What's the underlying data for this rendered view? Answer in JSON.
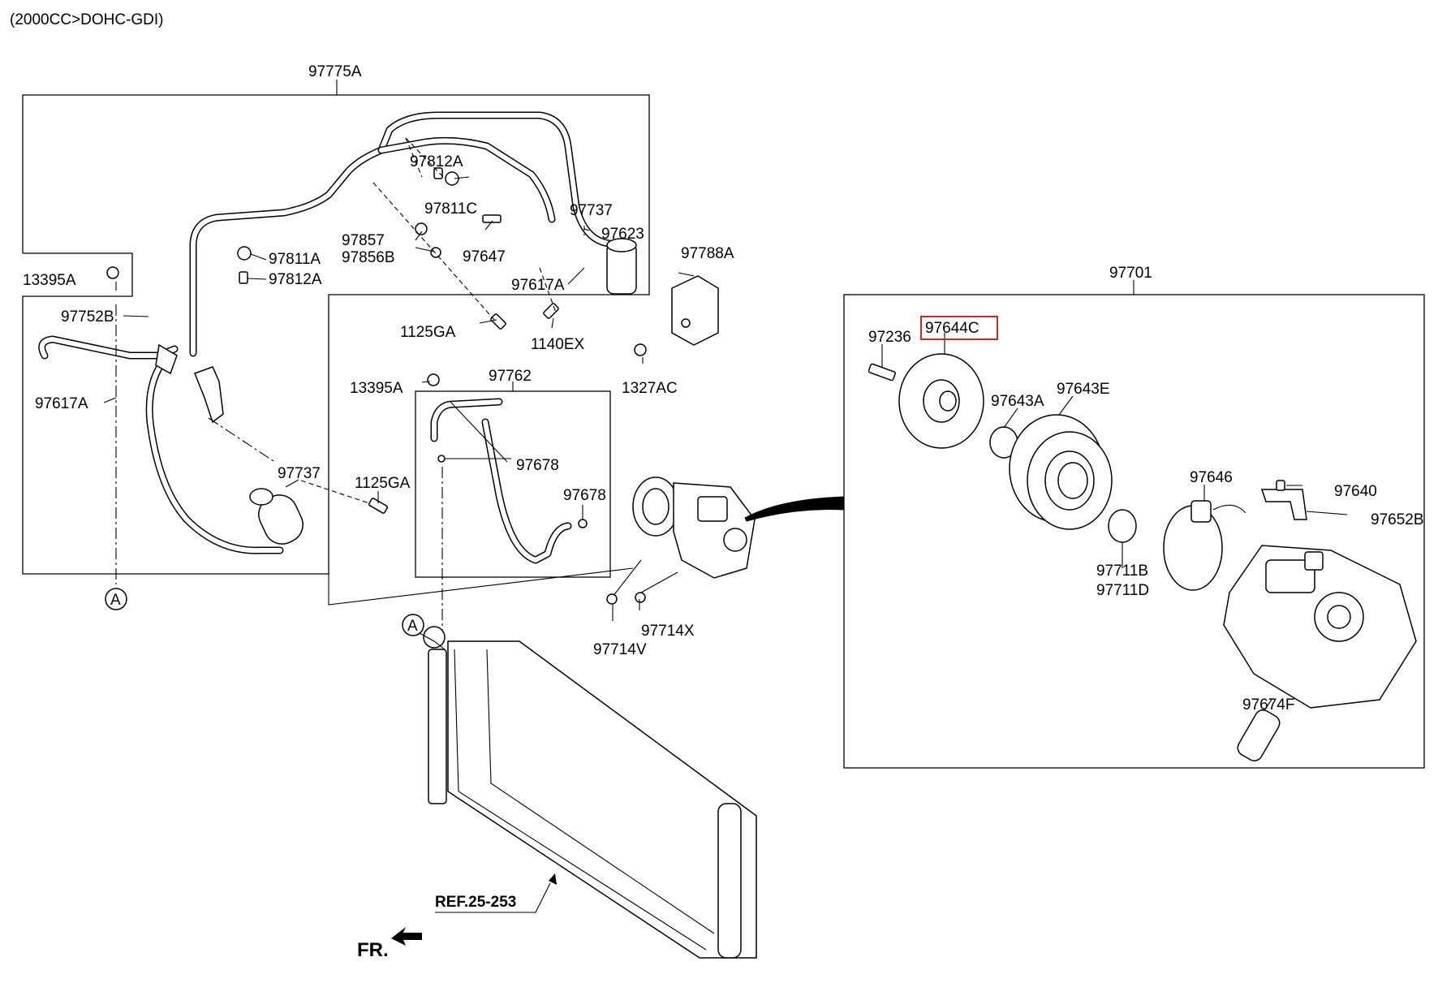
{
  "header": {
    "engine_caption": "(2000CC>DOHC-GDI)"
  },
  "groups": {
    "hose_assembly": "97775A",
    "discharge_hose": "97762",
    "compressor_assembly": "97701"
  },
  "callouts": {
    "c13395A_1": "13395A",
    "c97752B": "97752B",
    "c97617A_1": "97617A",
    "c97811A": "97811A",
    "c97812A_1": "97812A",
    "c97812A_2": "97812A",
    "c97811C": "97811C",
    "c97737_1": "97737",
    "c97623": "97623",
    "c97857": "97857",
    "c97856B": "97856B",
    "c97647": "97647",
    "c97617A_2": "97617A",
    "c97788A": "97788A",
    "c1125GA_1": "1125GA",
    "c1140EX": "1140EX",
    "c1327AC": "1327AC",
    "c13395A_2": "13395A",
    "c97678_1": "97678",
    "c97678_2": "97678",
    "c97737_2": "97737",
    "c1125GA_2": "1125GA",
    "c97714X": "97714X",
    "c97714V": "97714V",
    "c97236": "97236",
    "c97644C": "97644C",
    "c97643A": "97643A",
    "c97643E": "97643E",
    "c97646": "97646",
    "c97640": "97640",
    "c97652B": "97652B",
    "c97711B": "97711B",
    "c97711D": "97711D",
    "c97674F": "97674F"
  },
  "highlighted_part": "97644C",
  "markers": {
    "connector_a_1": "A",
    "connector_a_2": "A"
  },
  "reference": {
    "label": "REF.25-253"
  },
  "direction": {
    "label": "FR."
  },
  "colors": {
    "highlight": "#e0201b",
    "line": "#000000"
  }
}
